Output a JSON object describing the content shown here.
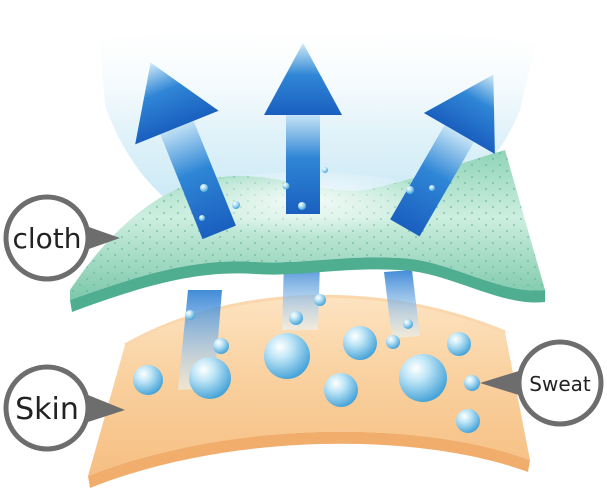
{
  "labels": {
    "cloth": "cloth",
    "skin": "Skin",
    "sweat": "Sweat"
  },
  "colors": {
    "arrow_dark": "#1f6fc9",
    "arrow_light": "#bfe3f7",
    "cloth_green": "#6cc3a4",
    "cloth_edge": "#3f9f86",
    "skin_peach": "#f8c993",
    "skin_edge": "#eaa86b",
    "callout_ring": "#6d6d6d",
    "droplet": "#8fd0ee"
  }
}
